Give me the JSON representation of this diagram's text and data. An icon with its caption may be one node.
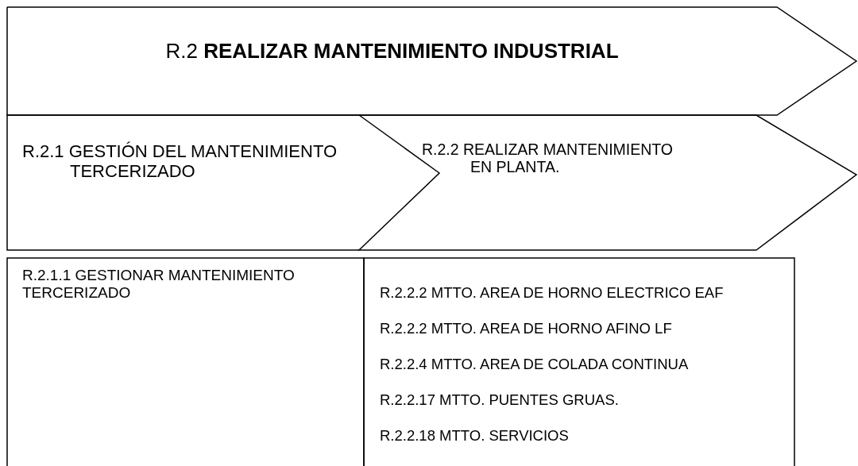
{
  "diagram": {
    "nodes": [
      {
        "text": [
          "R.2 **REALIZAR MANTENIMIENTO INDUSTRIAL**"
        ]
      },
      {
        "text": [
          "R.2.1 GESTIÓN DEL MANTENIMIENTO TERCERIZADO"
        ]
      },
      {
        "text": [
          "R.2.2 REALIZAR MANTENIMIENTO EN PLANTA."
        ]
      },
      {
        "text": [
          "R.2.1.1 GESTIONAR MANTENIMIENTO TERCERIZADO"
        ]
      },
      {
        "text": [
          "R.2.2.2 MTTO. AREA DE HORNO ELECTRICO EAF",
          "R.2.2.2 MTTO. AREA DE HORNO AFINO LF",
          "R.2.2.4 MTTO. AREA DE COLADA CONTINUA",
          "R.2.2.17 MTTO. PUENTES GRUAS.",
          "R.2.2.18 MTTO. SERVICIOS"
        ]
      }
    ],
    "edges": []
  }
}
